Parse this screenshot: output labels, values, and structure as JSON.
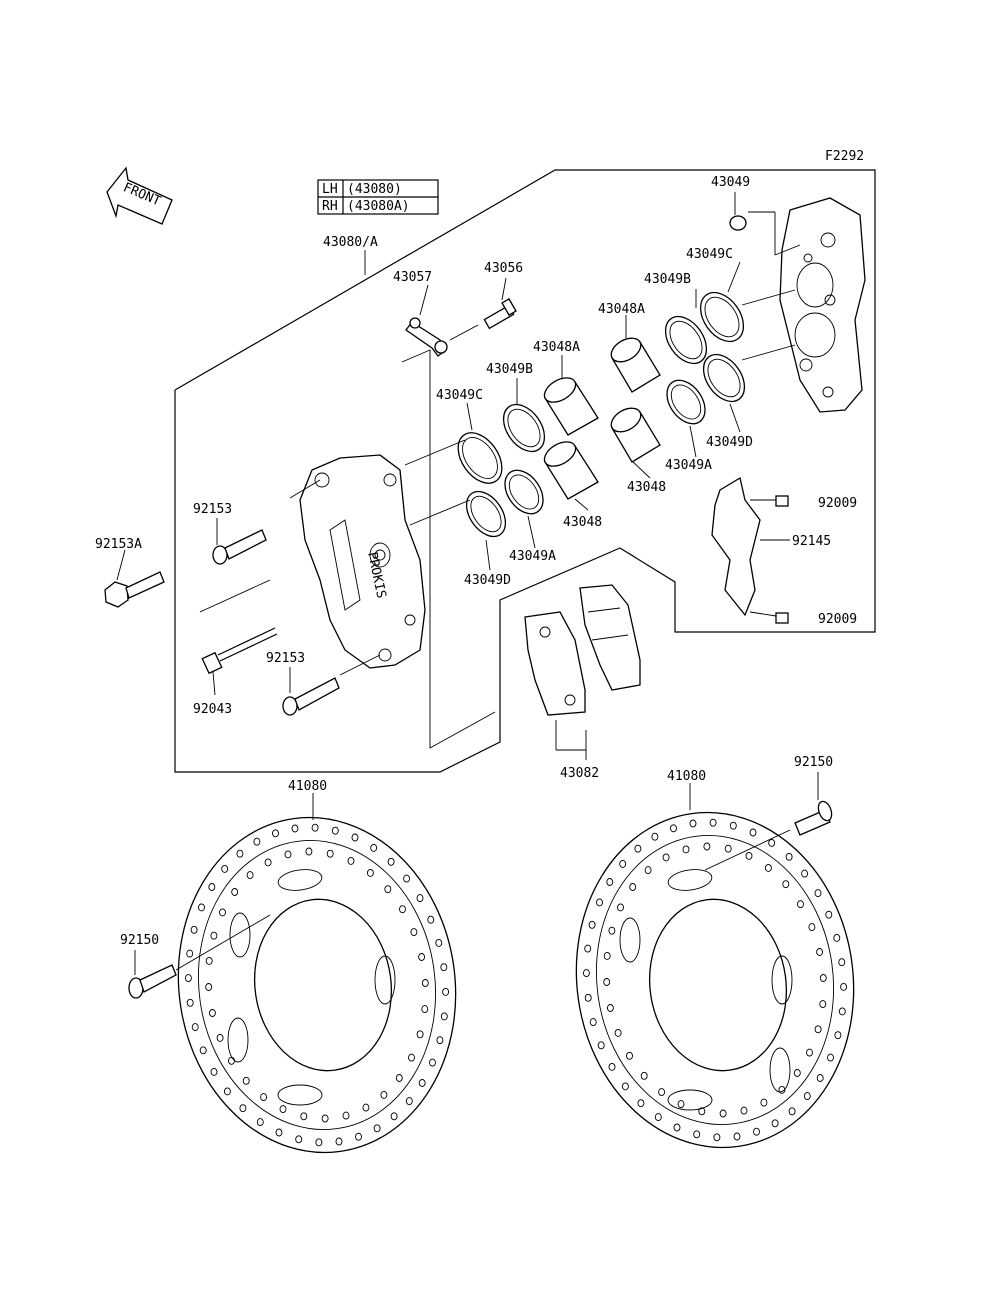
{
  "figure_id": "F2292",
  "front_label": "FRONT",
  "variant_table": {
    "rows": [
      {
        "side": "LH",
        "part": "(43080)"
      },
      {
        "side": "RH",
        "part": "(43080A)"
      }
    ]
  },
  "callouts": {
    "caliper_assy": "43080/A",
    "c43049_top": "43049",
    "c43049C_right": "43049C",
    "c43049B_right": "43049B",
    "c43048A_right": "43048A",
    "c43057": "43057",
    "c43056": "43056",
    "c43048A_left": "43048A",
    "c43049B_left": "43049B",
    "c43049C_left": "43049C",
    "c43049D_right": "43049D",
    "c43049A_right": "43049A",
    "c43048_right": "43048",
    "c43048_left": "43048",
    "c43049A_left": "43049A",
    "c43049D_left": "43049D",
    "c92153_top": "92153",
    "c92153A": "92153A",
    "c92153_bottom": "92153",
    "c92043": "92043",
    "c92009_top": "92009",
    "c92145": "92145",
    "c92009_bottom": "92009",
    "c43082": "43082",
    "c41080_left": "41080",
    "c41080_right": "41080",
    "c92150_right": "92150",
    "c92150_left": "92150"
  },
  "icons": {
    "front_arrow": "front-arrow-icon"
  }
}
